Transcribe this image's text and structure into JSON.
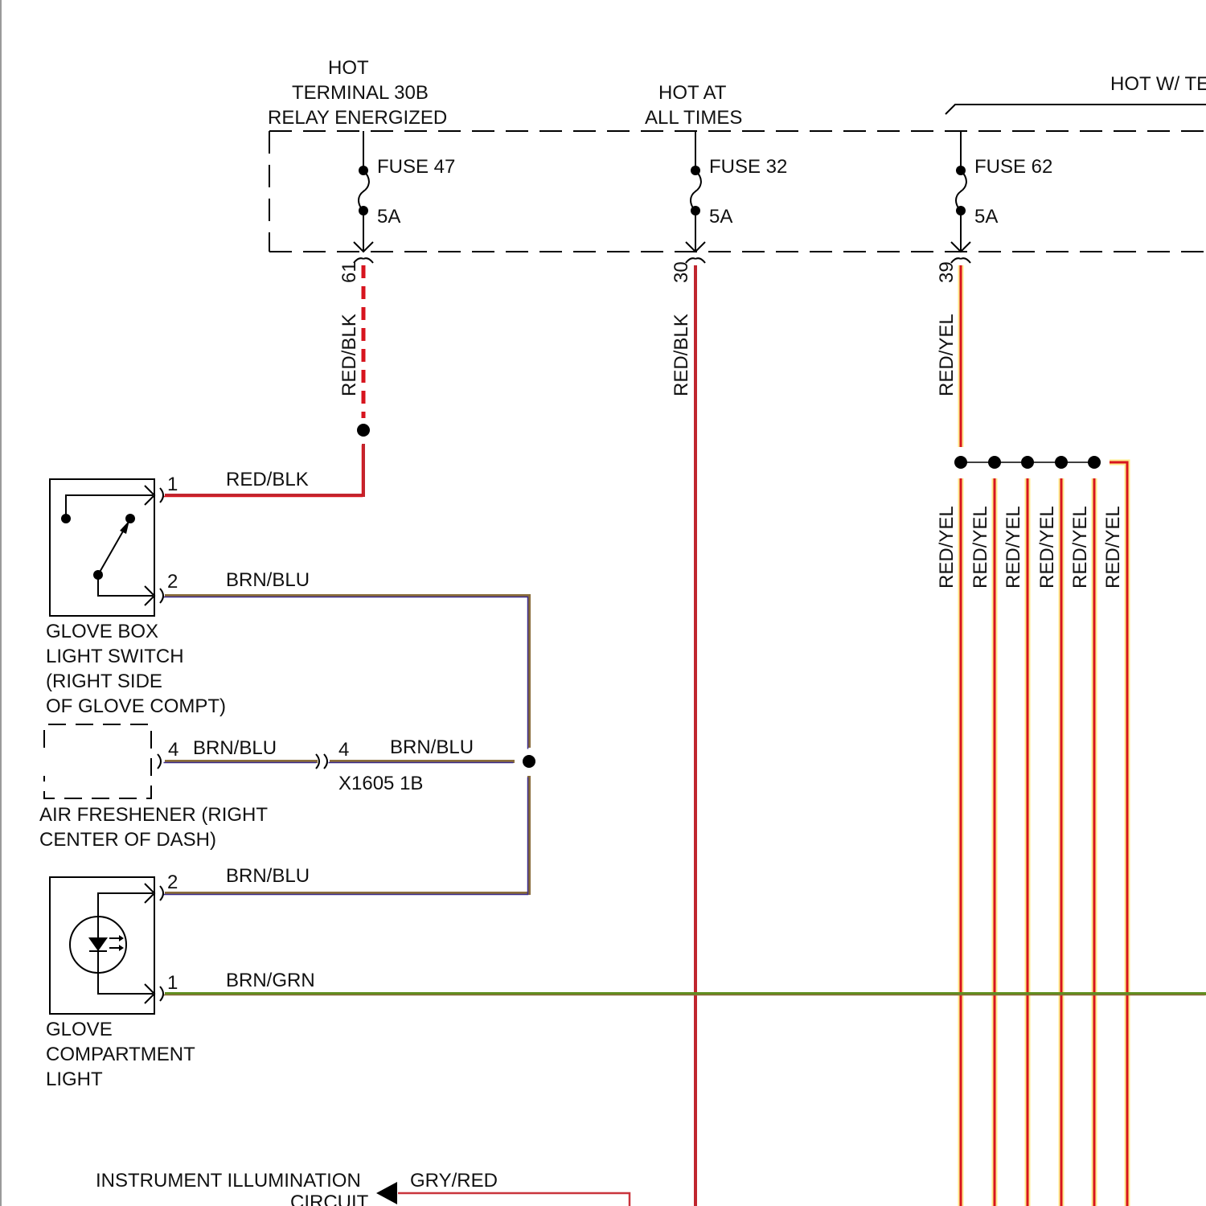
{
  "title": "Glove Box / Glove Compartment Light Wiring Diagram",
  "wire_colors": {
    "red": "#d7141e",
    "red_blk_dark": "#c0262f",
    "yellow_glow": "#ffe98a",
    "brown": "#8a6d3b",
    "blue": "#3a2a8c",
    "green": "#5f8f1e",
    "gray_red": "#c9343c",
    "black": "#000000"
  },
  "power_sources": [
    {
      "label_lines": [
        "HOT",
        "TERMINAL 30B",
        "RELAY ENERGIZED"
      ],
      "fuse": "FUSE 47",
      "rating": "5A",
      "pin": "61",
      "wire": "RED/BLK"
    },
    {
      "label_lines": [
        "HOT AT",
        "ALL TIMES"
      ],
      "fuse": "FUSE 32",
      "rating": "5A",
      "pin": "30",
      "wire": "RED/BLK"
    },
    {
      "label_lines": [
        "HOT W/ TE"
      ],
      "fuse": "FUSE 62",
      "rating": "5A",
      "pin": "39",
      "wire": "RED/YEL"
    }
  ],
  "red_yel_branches": [
    "RED/YEL",
    "RED/YEL",
    "RED/YEL",
    "RED/YEL",
    "RED/YEL",
    "RED/YEL"
  ],
  "components": {
    "switch": {
      "label_lines": [
        "GLOVE BOX",
        "LIGHT SWITCH",
        "(RIGHT SIDE",
        "OF GLOVE COMPT)"
      ],
      "pin1": "1",
      "pin1_wire": "RED/BLK",
      "pin2": "2",
      "pin2_wire": "BRN/BLU"
    },
    "air_freshener": {
      "label_lines": [
        "AIR FRESHENER (RIGHT",
        "CENTER OF DASH)"
      ],
      "pin": "4",
      "wire": "BRN/BLU",
      "connector_pin": "4",
      "connector_wire": "BRN/BLU",
      "connector_id": "X1605 1B"
    },
    "light": {
      "label_lines": [
        "GLOVE",
        "COMPARTMENT",
        "LIGHT"
      ],
      "pin2": "2",
      "pin2_wire": "BRN/BLU",
      "pin1": "1",
      "pin1_wire": "BRN/GRN"
    },
    "instrument": {
      "label_lines": [
        "INSTRUMENT ILLUMINATION",
        "CIRCUIT"
      ],
      "wire": "GRY/RED"
    }
  }
}
